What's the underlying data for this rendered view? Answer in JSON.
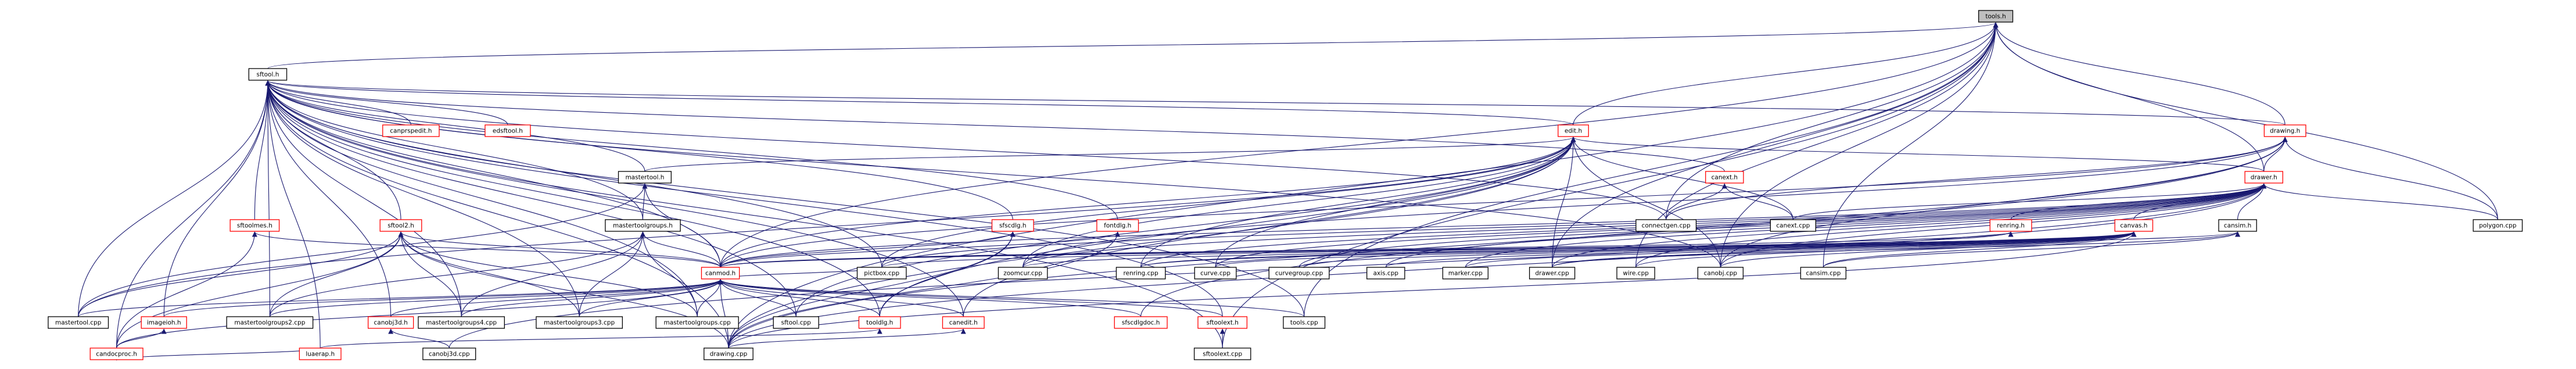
{
  "graph": {
    "nodes": [
      {
        "id": "tools_h",
        "label": "tools.h",
        "color": "root"
      },
      {
        "id": "sftool_h",
        "label": "sftool.h",
        "color": "black"
      },
      {
        "id": "canprspedit_h",
        "label": "canprspedit.h",
        "color": "red"
      },
      {
        "id": "edsftool_h",
        "label": "edsftool.h",
        "color": "red"
      },
      {
        "id": "edit_h",
        "label": "edit.h",
        "color": "red"
      },
      {
        "id": "drawing_h",
        "label": "drawing.h",
        "color": "red"
      },
      {
        "id": "mastertool_h",
        "label": "mastertool.h",
        "color": "black"
      },
      {
        "id": "canext_h",
        "label": "canext.h",
        "color": "red"
      },
      {
        "id": "drawer_h",
        "label": "drawer.h",
        "color": "red"
      },
      {
        "id": "sftoolmes_h",
        "label": "sftoolmes.h",
        "color": "red"
      },
      {
        "id": "sftool2_h",
        "label": "sftool2.h",
        "color": "red"
      },
      {
        "id": "mastertoolgroups_h",
        "label": "mastertoolgroups.h",
        "color": "black"
      },
      {
        "id": "sfscdlg_h",
        "label": "sfscdlg.h",
        "color": "red"
      },
      {
        "id": "fontdlg_h",
        "label": "fontdlg.h",
        "color": "red"
      },
      {
        "id": "connectgen_cpp",
        "label": "connectgen.cpp",
        "color": "black"
      },
      {
        "id": "canext_cpp",
        "label": "canext.cpp",
        "color": "black"
      },
      {
        "id": "renring_h",
        "label": "renring.h",
        "color": "red"
      },
      {
        "id": "canvas_h",
        "label": "canvas.h",
        "color": "red"
      },
      {
        "id": "cansim_h",
        "label": "cansim.h",
        "color": "black"
      },
      {
        "id": "polygon_cpp",
        "label": "polygon.cpp",
        "color": "black"
      },
      {
        "id": "canmod_h",
        "label": "canmod.h",
        "color": "red"
      },
      {
        "id": "pictbox_cpp",
        "label": "pictbox.cpp",
        "color": "black"
      },
      {
        "id": "zoomcur_cpp",
        "label": "zoomcur.cpp",
        "color": "black"
      },
      {
        "id": "renring_cpp",
        "label": "renring.cpp",
        "color": "black"
      },
      {
        "id": "curve_cpp",
        "label": "curve.cpp",
        "color": "black"
      },
      {
        "id": "curvegroup_cpp",
        "label": "curvegroup.cpp",
        "color": "black"
      },
      {
        "id": "axis_cpp",
        "label": "axis.cpp",
        "color": "black"
      },
      {
        "id": "marker_cpp",
        "label": "marker.cpp",
        "color": "black"
      },
      {
        "id": "drawer_cpp",
        "label": "drawer.cpp",
        "color": "black"
      },
      {
        "id": "wire_cpp",
        "label": "wire.cpp",
        "color": "black"
      },
      {
        "id": "canobj_cpp",
        "label": "canobj.cpp",
        "color": "black"
      },
      {
        "id": "cansim_cpp",
        "label": "cansim.cpp",
        "color": "black"
      },
      {
        "id": "mastertool_cpp",
        "label": "mastertool.cpp",
        "color": "black"
      },
      {
        "id": "imageioh_h",
        "label": "imageioh.h",
        "color": "red"
      },
      {
        "id": "mastertoolgroups2_cpp",
        "label": "mastertoolgroups2.cpp",
        "color": "black"
      },
      {
        "id": "canobj3d_h",
        "label": "canobj3d.h",
        "color": "red"
      },
      {
        "id": "mastertoolgroups4_cpp",
        "label": "mastertoolgroups4.cpp",
        "color": "black"
      },
      {
        "id": "mastertoolgroups3_cpp",
        "label": "mastertoolgroups3.cpp",
        "color": "black"
      },
      {
        "id": "mastertoolgroups_cpp",
        "label": "mastertoolgroups.cpp",
        "color": "black"
      },
      {
        "id": "sftool_cpp",
        "label": "sftool.cpp",
        "color": "black"
      },
      {
        "id": "tooldlg_h",
        "label": "tooldlg.h",
        "color": "red"
      },
      {
        "id": "canedit_h",
        "label": "canedit.h",
        "color": "red"
      },
      {
        "id": "sfscdlgdoc_h",
        "label": "sfscdlgdoc.h",
        "color": "red"
      },
      {
        "id": "sftoolext_h",
        "label": "sftoolext.h",
        "color": "red"
      },
      {
        "id": "tools_cpp",
        "label": "tools.cpp",
        "color": "black"
      },
      {
        "id": "candocproc_h",
        "label": "candocproc.h",
        "color": "red"
      },
      {
        "id": "canobj3d_cpp",
        "label": "canobj3d.cpp",
        "color": "black"
      },
      {
        "id": "drawing_cpp",
        "label": "drawing.cpp",
        "color": "black"
      },
      {
        "id": "sftoolext_cpp",
        "label": "sftoolext.cpp",
        "color": "black"
      },
      {
        "id": "luaerap_h",
        "label": "luaerap.h",
        "color": "red"
      }
    ],
    "edges": [
      [
        "sftool_h",
        "tools_h"
      ],
      [
        "edit_h",
        "tools_h"
      ],
      [
        "drawing_h",
        "tools_h"
      ],
      [
        "drawer_h",
        "tools_h"
      ],
      [
        "connectgen_cpp",
        "tools_h"
      ],
      [
        "polygon_cpp",
        "tools_h"
      ],
      [
        "canobj_cpp",
        "tools_h"
      ],
      [
        "cansim_cpp",
        "tools_h"
      ],
      [
        "tools_cpp",
        "tools_h"
      ],
      [
        "drawing_cpp",
        "tools_h"
      ],
      [
        "sftoolext_cpp",
        "tools_h"
      ],
      [
        "canmod_h",
        "tools_h"
      ],
      [
        "wire_cpp",
        "tools_h"
      ],
      [
        "drawer_cpp",
        "tools_h"
      ],
      [
        "canprspedit_h",
        "sftool_h"
      ],
      [
        "edsftool_h",
        "sftool_h"
      ],
      [
        "edit_h",
        "sftool_h"
      ],
      [
        "mastertool_h",
        "sftool_h"
      ],
      [
        "canext_h",
        "sftool_h"
      ],
      [
        "sftoolmes_h",
        "sftool_h"
      ],
      [
        "sftool2_h",
        "sftool_h"
      ],
      [
        "mastertoolgroups_h",
        "sftool_h"
      ],
      [
        "sfscdlg_h",
        "sftool_h"
      ],
      [
        "fontdlg_h",
        "sftool_h"
      ],
      [
        "canmod_h",
        "sftool_h"
      ],
      [
        "mastertool_cpp",
        "sftool_h"
      ],
      [
        "imageioh_h",
        "sftool_h"
      ],
      [
        "mastertoolgroups2_cpp",
        "sftool_h"
      ],
      [
        "canobj3d_h",
        "sftool_h"
      ],
      [
        "mastertoolgroups4_cpp",
        "sftool_h"
      ],
      [
        "mastertoolgroups3_cpp",
        "sftool_h"
      ],
      [
        "mastertoolgroups_cpp",
        "sftool_h"
      ],
      [
        "sftool_cpp",
        "sftool_h"
      ],
      [
        "tooldlg_h",
        "sftool_h"
      ],
      [
        "canedit_h",
        "sftool_h"
      ],
      [
        "sftoolext_h",
        "sftool_h"
      ],
      [
        "candocproc_h",
        "sftool_h"
      ],
      [
        "luaerap_h",
        "sftool_h"
      ],
      [
        "drawing_cpp",
        "sftool_h"
      ],
      [
        "connectgen_cpp",
        "sftool_h"
      ],
      [
        "pictbox_cpp",
        "sftool_h"
      ],
      [
        "canobj_cpp",
        "sftool_h"
      ],
      [
        "tools_cpp",
        "sftool_h"
      ],
      [
        "sftoolext_cpp",
        "sftool_h"
      ],
      [
        "drawing_h",
        "sftool_h"
      ],
      [
        "mastertool_h",
        "edit_h"
      ],
      [
        "drawer_h",
        "edit_h"
      ],
      [
        "canmod_h",
        "edit_h"
      ],
      [
        "canext_cpp",
        "edit_h"
      ],
      [
        "pictbox_cpp",
        "edit_h"
      ],
      [
        "zoomcur_cpp",
        "edit_h"
      ],
      [
        "renring_cpp",
        "edit_h"
      ],
      [
        "drawing_cpp",
        "edit_h"
      ],
      [
        "mastertool_cpp",
        "edit_h"
      ],
      [
        "tooldlg_h",
        "edit_h"
      ],
      [
        "canedit_h",
        "edit_h"
      ],
      [
        "drawer_cpp",
        "edit_h"
      ],
      [
        "curve_cpp",
        "edit_h"
      ],
      [
        "canobj_cpp",
        "edit_h"
      ],
      [
        "sftool_cpp",
        "edit_h"
      ],
      [
        "drawer_h",
        "drawing_h"
      ],
      [
        "connectgen_cpp",
        "drawing_h"
      ],
      [
        "zoomcur_cpp",
        "drawing_h"
      ],
      [
        "polygon_cpp",
        "drawing_h"
      ],
      [
        "drawing_cpp",
        "drawing_h"
      ],
      [
        "canmod_h",
        "drawing_h"
      ],
      [
        "canobj_cpp",
        "drawing_h"
      ],
      [
        "sfscdlgdoc_h",
        "drawing_h"
      ],
      [
        "mastertoolgroups_h",
        "mastertool_h"
      ],
      [
        "canmod_h",
        "mastertool_h"
      ],
      [
        "mastertool_cpp",
        "mastertool_h"
      ],
      [
        "canext_cpp",
        "canext_h"
      ],
      [
        "connectgen_cpp",
        "canext_h"
      ],
      [
        "renring_h",
        "drawer_h"
      ],
      [
        "canvas_h",
        "drawer_h"
      ],
      [
        "cansim_h",
        "drawer_h"
      ],
      [
        "canmod_h",
        "drawer_h"
      ],
      [
        "pictbox_cpp",
        "drawer_h"
      ],
      [
        "zoomcur_cpp",
        "drawer_h"
      ],
      [
        "curve_cpp",
        "drawer_h"
      ],
      [
        "curvegroup_cpp",
        "drawer_h"
      ],
      [
        "axis_cpp",
        "drawer_h"
      ],
      [
        "marker_cpp",
        "drawer_h"
      ],
      [
        "drawer_cpp",
        "drawer_h"
      ],
      [
        "wire_cpp",
        "drawer_h"
      ],
      [
        "canobj_cpp",
        "drawer_h"
      ],
      [
        "polygon_cpp",
        "drawer_h"
      ],
      [
        "canext_cpp",
        "drawer_h"
      ],
      [
        "drawing_cpp",
        "drawer_h"
      ],
      [
        "canobj3d_cpp",
        "drawer_h"
      ],
      [
        "renring_cpp",
        "drawer_h"
      ],
      [
        "canmod_h",
        "sftoolmes_h"
      ],
      [
        "candocproc_h",
        "sftoolmes_h"
      ],
      [
        "canmod_h",
        "sftool2_h"
      ],
      [
        "mastertool_cpp",
        "sftool2_h"
      ],
      [
        "mastertoolgroups2_cpp",
        "sftool2_h"
      ],
      [
        "mastertoolgroups4_cpp",
        "sftool2_h"
      ],
      [
        "mastertoolgroups3_cpp",
        "sftool2_h"
      ],
      [
        "mastertoolgroups_cpp",
        "sftool2_h"
      ],
      [
        "candocproc_h",
        "sftool2_h"
      ],
      [
        "drawing_cpp",
        "sftool2_h"
      ],
      [
        "canmod_h",
        "mastertoolgroups_h"
      ],
      [
        "mastertoolgroups2_cpp",
        "mastertoolgroups_h"
      ],
      [
        "mastertoolgroups4_cpp",
        "mastertoolgroups_h"
      ],
      [
        "mastertoolgroups3_cpp",
        "mastertoolgroups_h"
      ],
      [
        "mastertoolgroups_cpp",
        "mastertoolgroups_h"
      ],
      [
        "canmod_h",
        "sfscdlg_h"
      ],
      [
        "tooldlg_h",
        "sfscdlg_h"
      ],
      [
        "drawing_cpp",
        "sfscdlg_h"
      ],
      [
        "canmod_h",
        "fontdlg_h"
      ],
      [
        "drawing_cpp",
        "fontdlg_h"
      ],
      [
        "renring_cpp",
        "renring_h"
      ],
      [
        "canmod_h",
        "renring_h"
      ],
      [
        "canmod_h",
        "canvas_h"
      ],
      [
        "pictbox_cpp",
        "canvas_h"
      ],
      [
        "zoomcur_cpp",
        "canvas_h"
      ],
      [
        "renring_cpp",
        "canvas_h"
      ],
      [
        "curve_cpp",
        "canvas_h"
      ],
      [
        "curvegroup_cpp",
        "canvas_h"
      ],
      [
        "axis_cpp",
        "canvas_h"
      ],
      [
        "marker_cpp",
        "canvas_h"
      ],
      [
        "drawer_cpp",
        "canvas_h"
      ],
      [
        "wire_cpp",
        "canvas_h"
      ],
      [
        "canobj_cpp",
        "canvas_h"
      ],
      [
        "cansim_cpp",
        "canvas_h"
      ],
      [
        "drawing_cpp",
        "canvas_h"
      ],
      [
        "cansim_cpp",
        "cansim_h"
      ],
      [
        "canmod_h",
        "cansim_h"
      ],
      [
        "drawer_cpp",
        "cansim_h"
      ],
      [
        "mastertool_cpp",
        "canmod_h"
      ],
      [
        "imageioh_h",
        "canmod_h"
      ],
      [
        "mastertoolgroups2_cpp",
        "canmod_h"
      ],
      [
        "canobj3d_h",
        "canmod_h"
      ],
      [
        "mastertoolgroups4_cpp",
        "canmod_h"
      ],
      [
        "mastertoolgroups3_cpp",
        "canmod_h"
      ],
      [
        "mastertoolgroups_cpp",
        "canmod_h"
      ],
      [
        "sftool_cpp",
        "canmod_h"
      ],
      [
        "tooldlg_h",
        "canmod_h"
      ],
      [
        "canedit_h",
        "canmod_h"
      ],
      [
        "sfscdlgdoc_h",
        "canmod_h"
      ],
      [
        "sftoolext_h",
        "canmod_h"
      ],
      [
        "tools_cpp",
        "canmod_h"
      ],
      [
        "pictbox_cpp",
        "canmod_h"
      ],
      [
        "drawing_cpp",
        "canmod_h"
      ],
      [
        "candocproc_h",
        "canmod_h"
      ],
      [
        "candocproc_h",
        "imageioh_h"
      ],
      [
        "canobj3d_cpp",
        "canobj3d_h"
      ],
      [
        "luaerap_h",
        "tooldlg_h"
      ],
      [
        "drawing_cpp",
        "canedit_h"
      ],
      [
        "sftoolext_cpp",
        "sftoolext_h"
      ],
      [
        "luaerap_h",
        "candocproc_h"
      ]
    ]
  }
}
